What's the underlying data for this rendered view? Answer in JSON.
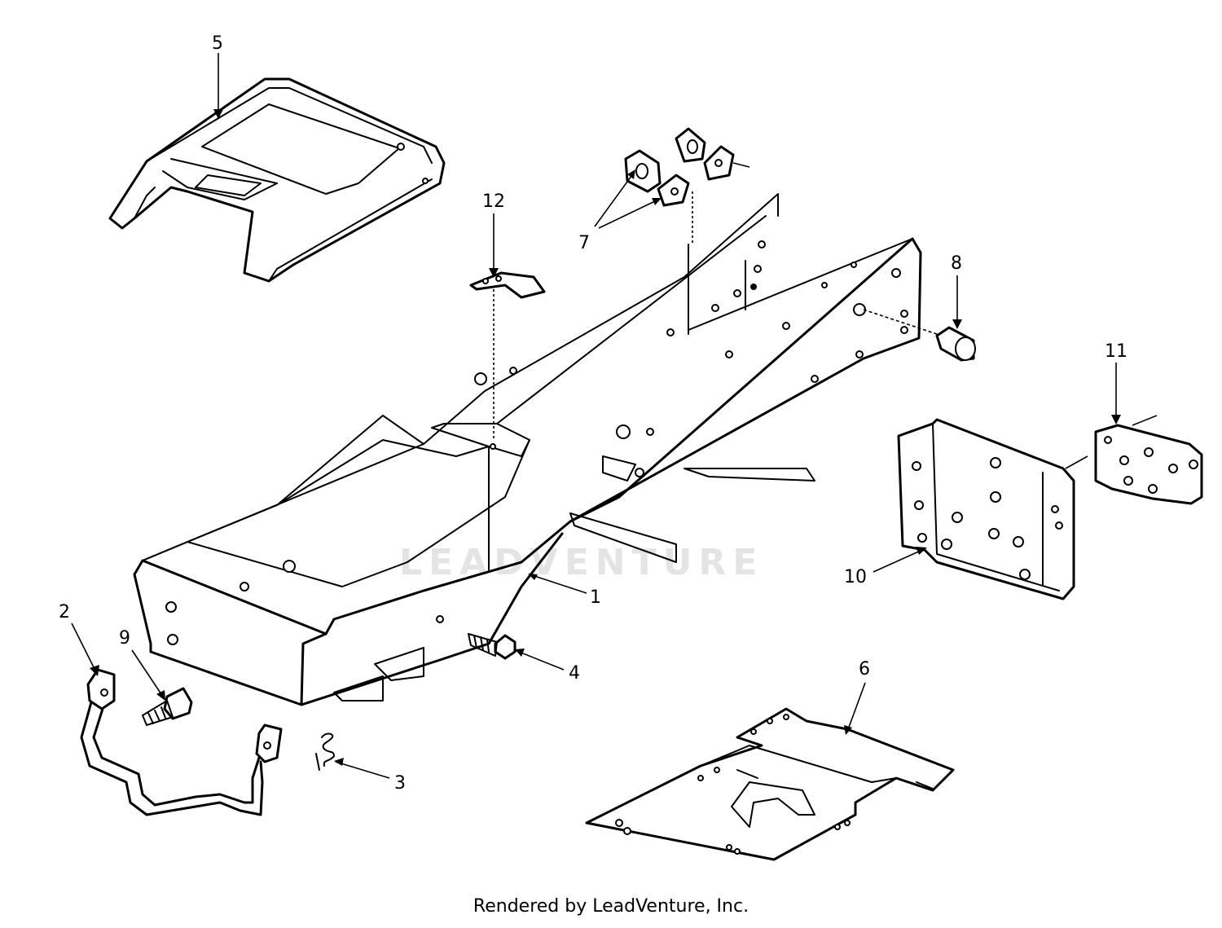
{
  "diagram": {
    "callouts": [
      {
        "id": "1",
        "label": "1"
      },
      {
        "id": "2",
        "label": "2"
      },
      {
        "id": "3",
        "label": "3"
      },
      {
        "id": "4",
        "label": "4"
      },
      {
        "id": "5",
        "label": "5"
      },
      {
        "id": "6",
        "label": "6"
      },
      {
        "id": "7",
        "label": "7"
      },
      {
        "id": "8",
        "label": "8"
      },
      {
        "id": "9",
        "label": "9"
      },
      {
        "id": "10",
        "label": "10"
      },
      {
        "id": "11",
        "label": "11"
      },
      {
        "id": "12",
        "label": "12"
      }
    ],
    "watermark": "LEADVENTURE"
  },
  "footer": {
    "credit": "Rendered by LeadVenture, Inc."
  },
  "colors": {
    "line": "#000000",
    "background": "#ffffff",
    "watermark": "#d9d9d9"
  }
}
